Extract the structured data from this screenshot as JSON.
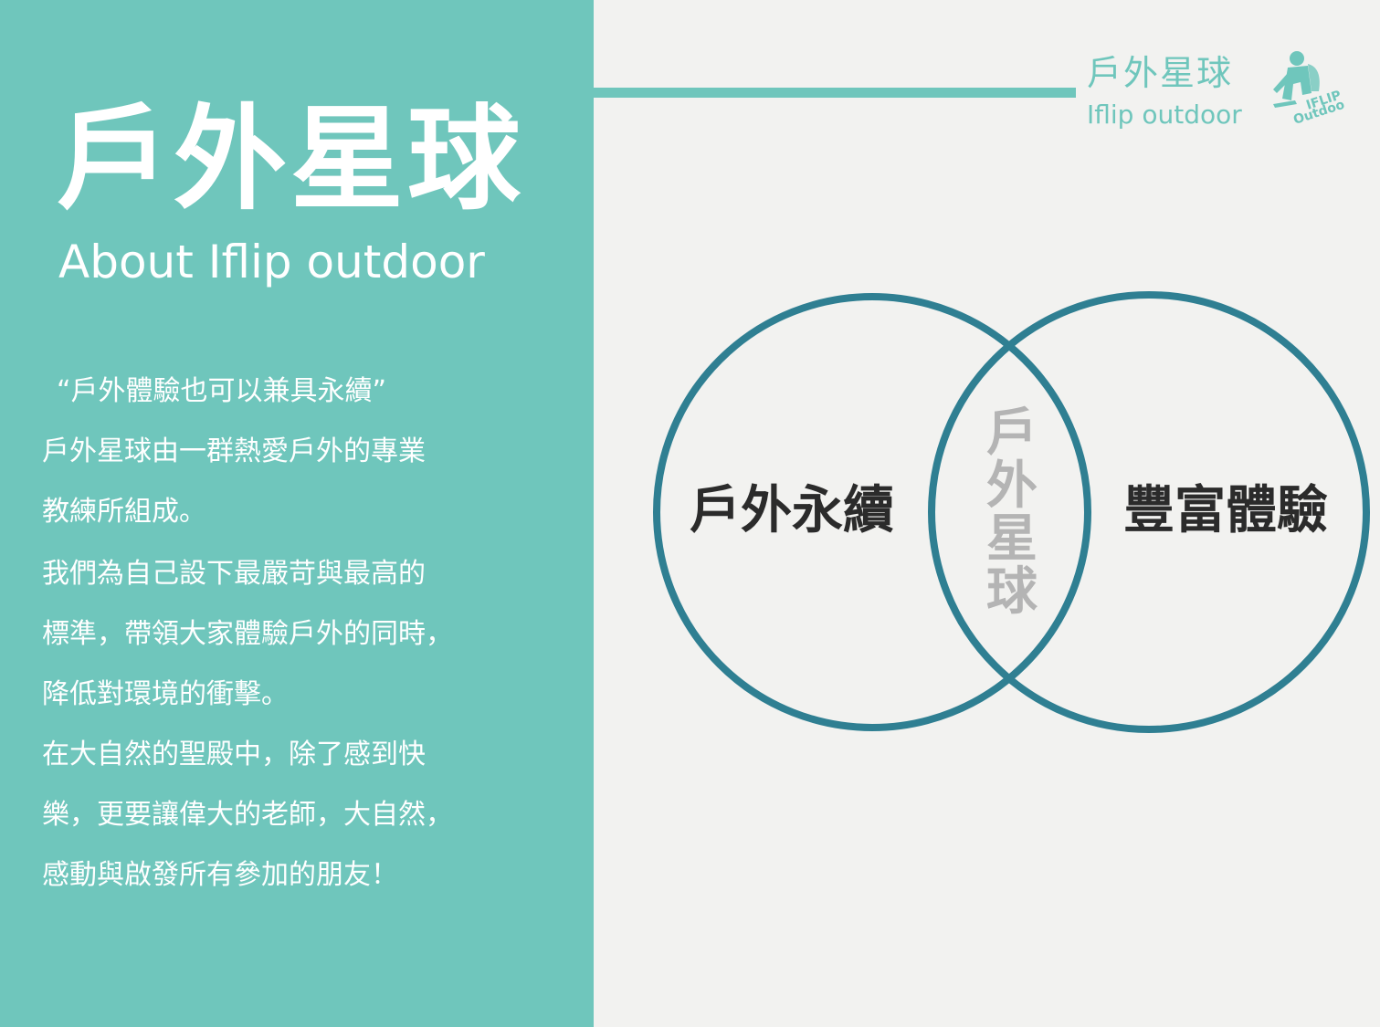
{
  "left_panel": {
    "title": "戶外星球",
    "subtitle": "About Iflip outdoor",
    "quote": "“戶外體驗也可以兼具永續”",
    "paragraphs": [
      [
        "戶外星球由一群熱愛戶外的專業",
        "教練所組成。"
      ],
      [
        "我們為自己設下最嚴苛與最高的",
        "標準，帶領大家體驗戶外的同時，",
        "降低對環境的衝擊。"
      ],
      [
        "在大自然的聖殿中，除了感到快",
        "樂，更要讓偉大的老師，大自然，",
        "感動與啟發所有參加的朋友！"
      ]
    ]
  },
  "header": {
    "brand_cn": "戶外星球",
    "brand_en": "Iflip outdoor",
    "logo_text": [
      "IFLIP",
      "Outdoor"
    ]
  },
  "venn": {
    "left_label": "戶外永續",
    "right_label": "豐富體驗",
    "center_label": [
      "戶",
      "外",
      "星",
      "球"
    ]
  },
  "colors": {
    "teal": "#6fc6bc",
    "circle_stroke": "#2f7f92",
    "background": "#f2f2f0"
  }
}
